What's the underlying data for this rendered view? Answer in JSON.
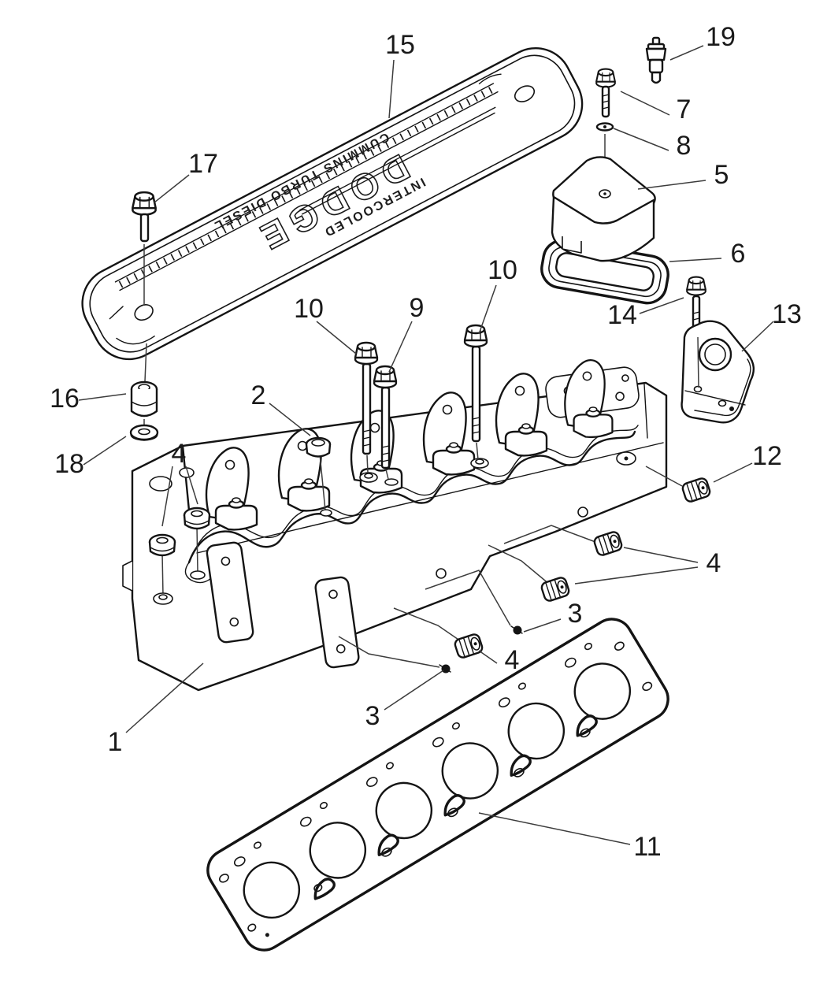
{
  "cover_text": {
    "small_top": "CUMMINS TURBO DIESEL",
    "large": "DODGE",
    "small_bottom": "INTERCOOLED"
  },
  "callouts": {
    "k1": "1",
    "k2": "2",
    "k3a": "3",
    "k3b": "3",
    "k4a": "4",
    "k4b": "4",
    "k4c": "4",
    "k5": "5",
    "k6": "6",
    "k7": "7",
    "k8": "8",
    "k9": "9",
    "k10a": "10",
    "k10b": "10",
    "k11": "11",
    "k12": "12",
    "k13": "13",
    "k14": "14",
    "k15": "15",
    "k16": "16",
    "k17": "17",
    "k18": "18",
    "k19": "19"
  }
}
